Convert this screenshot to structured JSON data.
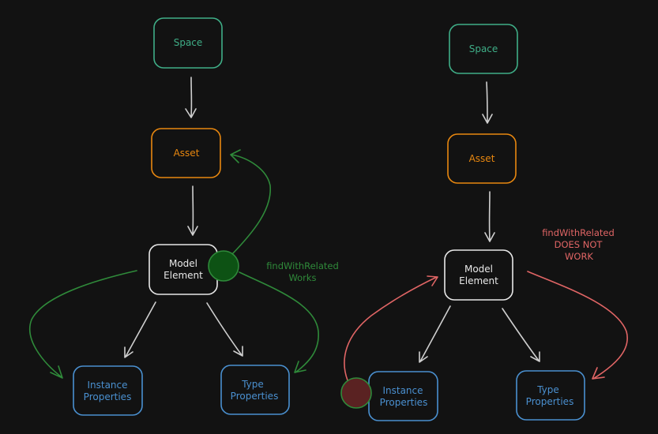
{
  "colors": {
    "background": "#121212",
    "space": "#3fae87",
    "asset": "#e8870f",
    "model_element": "#e8e8e8",
    "properties": "#4a90d0",
    "plain_arrow": "#cfcfcf",
    "works": "#2f8a3a",
    "works_dot_fill": "#0d5214",
    "not_work": "#e06565",
    "not_work_dot_fill": "#5a2222"
  },
  "left": {
    "space": "Space",
    "asset": "Asset",
    "model_element": [
      "Model",
      "Element"
    ],
    "instance_properties": [
      "Instance",
      "Properties"
    ],
    "type_properties": [
      "Type",
      "Properties"
    ],
    "note": [
      "findWithRelated",
      "Works"
    ]
  },
  "right": {
    "space": "Space",
    "asset": "Asset",
    "model_element": [
      "Model",
      "Element"
    ],
    "instance_properties": [
      "Instance",
      "Properties"
    ],
    "type_properties": [
      "Type",
      "Properties"
    ],
    "note": [
      "findWithRelated",
      "DOES NOT",
      "WORK"
    ]
  }
}
